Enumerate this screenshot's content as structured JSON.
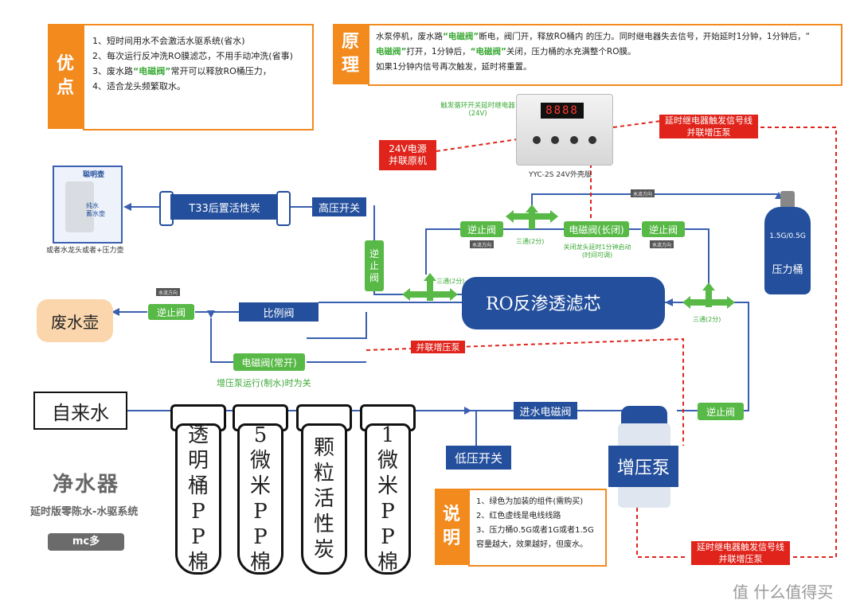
{
  "advantages": {
    "tag": [
      "优",
      "点"
    ],
    "items": [
      "1、短时间用水不会激活水驱系统(省水)",
      "2、每次运行反冲洗RO膜滤芯，不用手动冲洗(省事)",
      "3、废水路“电磁阀”常开可以释放RO桶压力，",
      "4、适合龙头频繁取水。"
    ]
  },
  "principle": {
    "tag": [
      "原",
      "理"
    ],
    "lines": [
      "水泵停机，废水路“电磁阀”断电，阀门开，释放RO桶内 的压力。同时继电器失去信号，开始延时1分钟，1分钟后，“",
      "电磁阀”打开，1分钟后，“电磁阀”关闭，压力桶的水充满整个RO膜。",
      "如果1分钟内信号再次触发，延时将重置。"
    ]
  },
  "relay": {
    "caption": "触发循环开关延时继电器\n(24V)",
    "display": "8888",
    "model": "YYC-2S  24V外壳版"
  },
  "power": {
    "label": [
      "24V电源",
      "并联原机"
    ]
  },
  "signal_top": {
    "label": [
      "延时继电器触发信号线",
      "并联增压泵"
    ]
  },
  "signal_bottom": {
    "label": [
      "延时继电器触发信号线",
      "并联增压泵"
    ]
  },
  "parallel_pump": "并联增压泵",
  "kettle": {
    "title": "聪明壶",
    "inner": [
      "纯水",
      "蓄水壶"
    ],
    "caption": "或者水龙头或者+压力壶"
  },
  "components": {
    "t33": "T33后置活性炭",
    "high_pressure": "高压开关",
    "ro": "RO反渗透滤芯",
    "ratio_valve": "比例阀",
    "waste_kettle": "废水壶",
    "tap_water": "自来水",
    "low_pressure": "低压开关",
    "inlet_valve": "进水电磁阀",
    "booster": "增压泵",
    "tank_capacity": "1.5G/0.5G",
    "tank_label": "压力桶"
  },
  "green_parts": {
    "check_vertical": [
      "逆",
      "止",
      "阀"
    ],
    "check_top_left": "逆止阀",
    "check_top_right": "逆止阀",
    "solenoid_closed": "电磁阀(长闭)",
    "solenoid_closed_note": [
      "关闭龙头延时1分钟启动",
      "(时间可调)"
    ],
    "check_waste": "逆止阀",
    "solenoid_open": "电磁阀(常开)",
    "solenoid_open_note": "增压泵运行(制水)时为关",
    "check_inlet": "逆止阀",
    "tee_a": "三通(2分)",
    "tee_b": "三通(2分)",
    "tee_c": "三通(2分)"
  },
  "flow_tags": {
    "t1": "水流方向",
    "t2": "水流方向",
    "t3": "水流方向",
    "t4": "水流方向"
  },
  "filters": [
    [
      "透",
      "明",
      "桶",
      "P",
      "P",
      "棉"
    ],
    [
      "5",
      "微",
      "米",
      "P",
      "P",
      "棉"
    ],
    [
      "颗",
      "粒",
      "活",
      "性",
      "炭"
    ],
    [
      "1",
      "微",
      "米",
      "P",
      "P",
      "棉"
    ]
  ],
  "branding": {
    "title": "净水器",
    "subtitle": "延时版零陈水-水驱系统",
    "author": "mc多"
  },
  "notes": {
    "tag": [
      "说",
      "明"
    ],
    "items": [
      "1、绿色为加装的组件(需购买)",
      "2、红色虚线是电线线路",
      "3、压力桶0.5G或者1G或者1.5G",
      "容量越大，效果越好，但废水。"
    ]
  },
  "watermark": "值 什么值得买",
  "colors": {
    "orange": "#f28a1e",
    "blue": "#234f9c",
    "green": "#58b947",
    "red": "#e0241b",
    "line": "#3a5fb0"
  }
}
